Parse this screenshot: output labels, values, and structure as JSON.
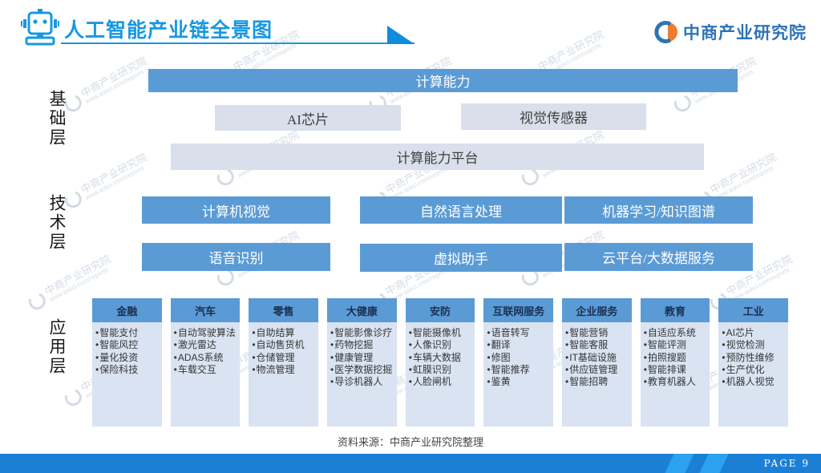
{
  "header": {
    "title": "人工智能产业链全景图",
    "brand": "中商产业研究院"
  },
  "watermark": {
    "name": "中商产业研究院",
    "url": "www.askci.com/reports"
  },
  "foundation": {
    "label": "基础层",
    "bar_top": "计算能力",
    "bar_left": "AI芯片",
    "bar_right": "视觉传感器",
    "bar_bottom": "计算能力平台"
  },
  "technology": {
    "label": "技术层",
    "bars": [
      "计算机视觉",
      "自然语言处理",
      "机器学习/知识图谱",
      "语音识别",
      "虚拟助手",
      "云平台/大数据服务"
    ]
  },
  "application": {
    "label": "应用层",
    "columns": [
      {
        "title": "金融",
        "items": [
          "智能支付",
          "智能风控",
          "量化投资",
          "保险科技"
        ]
      },
      {
        "title": "汽车",
        "items": [
          "自动驾驶算法",
          "激光雷达",
          "ADAS系统",
          "车载交互"
        ]
      },
      {
        "title": "零售",
        "items": [
          "自助结算",
          "自动售货机",
          "仓储管理",
          "物流管理"
        ]
      },
      {
        "title": "大健康",
        "items": [
          "智能影像诊疗",
          "药物挖掘",
          "健康管理",
          "医学数据挖掘",
          "导诊机器人"
        ]
      },
      {
        "title": "安防",
        "items": [
          "智能摄像机",
          "人像识别",
          "车辆大数据",
          "虹膜识别",
          "人脸闸机"
        ]
      },
      {
        "title": "互联网服务",
        "items": [
          "语音转写",
          "翻译",
          "修图",
          "智能推荐",
          "鉴黄"
        ]
      },
      {
        "title": "企业服务",
        "items": [
          "智能营销",
          "智能客服",
          "IT基础设施",
          "供应链管理",
          "智能招聘"
        ]
      },
      {
        "title": "教育",
        "items": [
          "自适应系统",
          "智能评测",
          "拍照搜题",
          "智能排课",
          "教育机器人"
        ]
      },
      {
        "title": "工业",
        "items": [
          "AI芯片",
          "视觉检测",
          "预防性维修",
          "生产优化",
          "机器人视觉"
        ]
      }
    ]
  },
  "footer": {
    "source": "资料来源：中商产业研究院整理",
    "page": "PAGE 9"
  },
  "colors": {
    "title_blue": "#1898e3",
    "bar_blue": "#5b9bd5",
    "light_bar": "#d9dfeb",
    "column_body": "#d9e3f1",
    "column_header_text": "#1b2f52",
    "brand_blue": "#2d73b8",
    "brand_orange": "#ed7d31",
    "footer_blue": "#1b80d5",
    "footer_stripe": "#2ba1ef"
  }
}
